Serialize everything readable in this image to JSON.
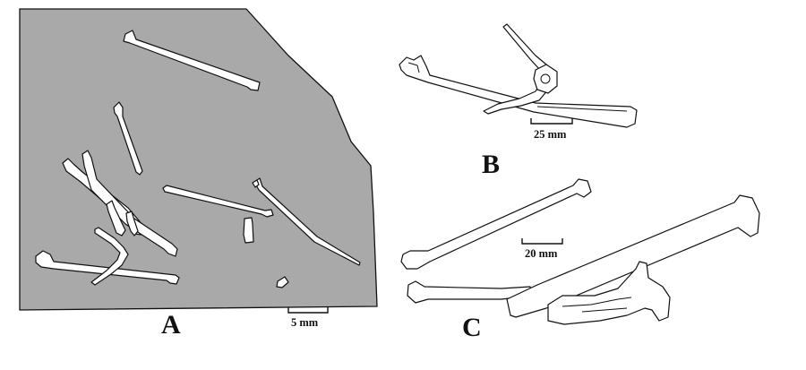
{
  "panels": {
    "a": {
      "letter": "A",
      "scale_label": "5 mm"
    },
    "b": {
      "letter": "B",
      "scale_label": "25 mm"
    },
    "c": {
      "letter": "C",
      "scale_label": "20 mm"
    }
  },
  "colors": {
    "slab": "#a9a9a9",
    "ink": "#111111",
    "bone": "#ffffff"
  }
}
